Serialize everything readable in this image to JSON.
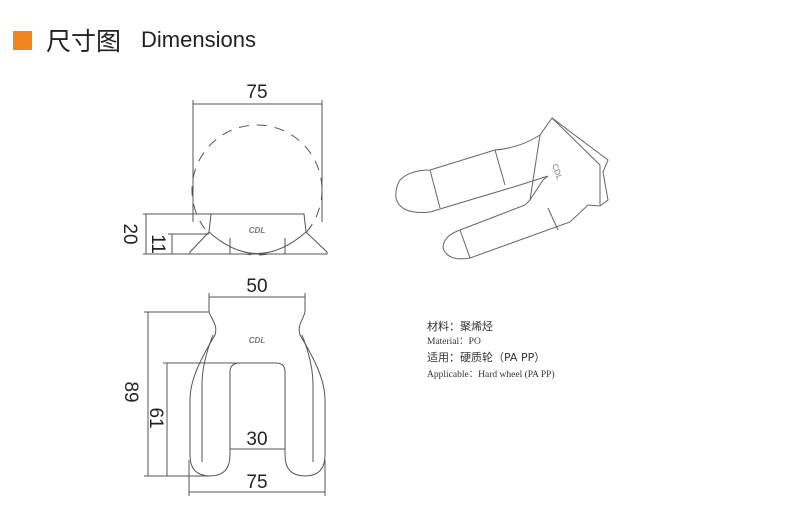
{
  "header": {
    "title_zh": "尺寸图",
    "title_en": "Dimensions",
    "accent_color": "#f0861d"
  },
  "drawing": {
    "logo_text": "CDL",
    "side_view": {
      "width": "75",
      "height": "20",
      "base_height": "11"
    },
    "top_view": {
      "neck_width": "50",
      "length": "89",
      "slot_depth": "61",
      "slot_width": "30",
      "width": "75"
    }
  },
  "specs": {
    "material_zh": "材料：聚烯烃",
    "material_en": "Material：PO",
    "applicable_zh": "适用：硬质轮（PA  PP）",
    "applicable_en": "Applicable：Hard wheel (PA  PP)"
  }
}
